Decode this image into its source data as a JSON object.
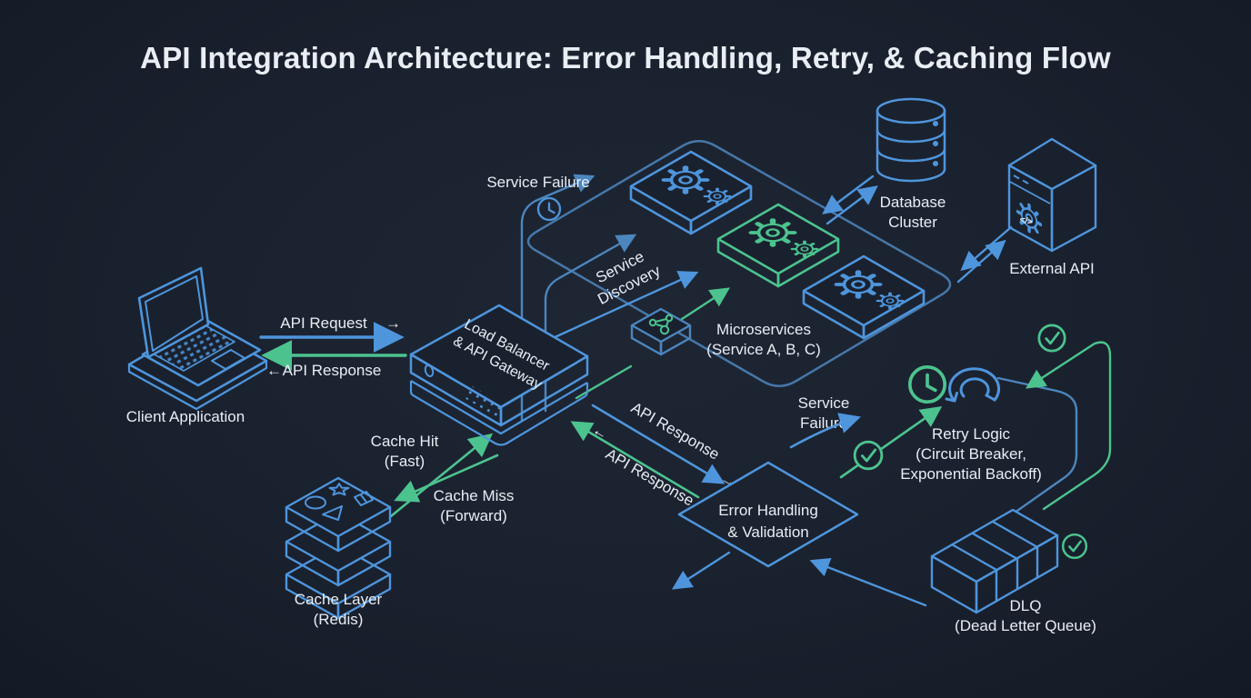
{
  "title": "API Integration Architecture: Error Handling, Retry, & Caching Flow",
  "colors": {
    "background": "#1a212e",
    "blue": "#4e95dc",
    "steel_blue": "#4677a8",
    "green": "#4cc38f",
    "text": "#e9eef5"
  },
  "icons": [
    "laptop-icon",
    "server-gateway-icon",
    "cache-stack-icon",
    "network-nodes-icon",
    "gear-icon",
    "database-icon",
    "api-cube-icon",
    "clock-icon",
    "check-icon",
    "retry-loop-icon",
    "queue-box-icon"
  ],
  "nodes": {
    "client": {
      "label": "Client Application"
    },
    "gateway": {
      "line1": "Load Balancer",
      "line2": "& API Gateway"
    },
    "cache": {
      "line1": "Cache Layer",
      "line2": "(Redis)"
    },
    "microservices": {
      "line1": "Microservices",
      "line2": "(Service A, B, C)"
    },
    "database": {
      "line1": "Database",
      "line2": "Cluster"
    },
    "external_api": {
      "label": "External API",
      "gear_code": "</>"
    },
    "error_handling": {
      "line1": "Error Handling",
      "line2": "& Validation"
    },
    "retry": {
      "line1": "Retry Logic",
      "line2": "(Circuit Breaker,",
      "line3": "Exponential Backoff)"
    },
    "dlq": {
      "line1": "DLQ",
      "line2": "(Dead Letter Queue)"
    }
  },
  "edges": {
    "api_request": {
      "label": "API Request",
      "glyph": "→"
    },
    "api_response": {
      "label": "API Response",
      "glyph": "←"
    },
    "cache_hit": {
      "line1": "Cache Hit",
      "line2": "(Fast)"
    },
    "cache_miss": {
      "line1": "Cache Miss",
      "line2": "(Forward)"
    },
    "service_discovery": {
      "line1": "Service",
      "line2": "Discovery"
    },
    "service_failure_top": {
      "label": "Service Failure"
    },
    "service_failure_right": {
      "line1": "Service",
      "line2": "Failure"
    },
    "api_response_blue": {
      "label": "API Response",
      "glyph": "→"
    },
    "api_response_green": {
      "label": "API Response",
      "glyph": "←"
    }
  }
}
